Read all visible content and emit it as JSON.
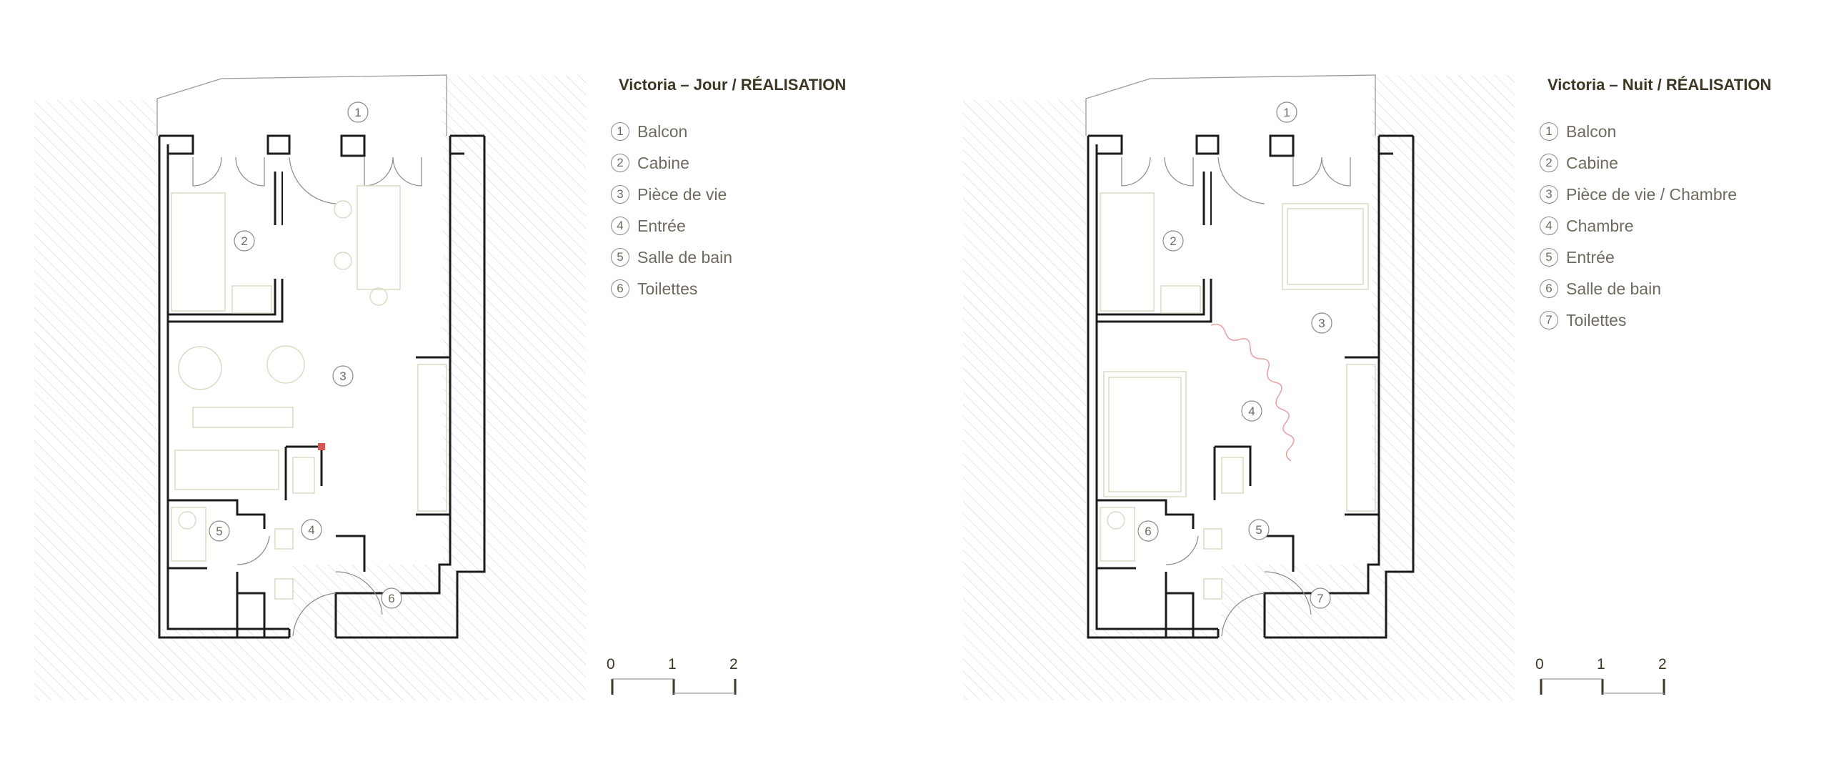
{
  "plans": [
    {
      "title": "Victoria – Jour / RÉALISATION",
      "legend": [
        {
          "num": "1",
          "label": "Balcon"
        },
        {
          "num": "2",
          "label": "Cabine"
        },
        {
          "num": "3",
          "label": "Pièce de vie"
        },
        {
          "num": "4",
          "label": "Entrée"
        },
        {
          "num": "5",
          "label": "Salle de bain"
        },
        {
          "num": "6",
          "label": "Toilettes"
        }
      ],
      "markers": [
        "1",
        "2",
        "3",
        "4",
        "5",
        "6"
      ]
    },
    {
      "title": "Victoria – Nuit / RÉALISATION",
      "legend": [
        {
          "num": "1",
          "label": "Balcon"
        },
        {
          "num": "2",
          "label": "Cabine"
        },
        {
          "num": "3",
          "label": "Pièce de vie / Chambre"
        },
        {
          "num": "4",
          "label": "Chambre"
        },
        {
          "num": "5",
          "label": "Entrée"
        },
        {
          "num": "6",
          "label": "Salle de bain"
        },
        {
          "num": "7",
          "label": "Toilettes"
        }
      ],
      "markers": [
        "1",
        "2",
        "3",
        "4",
        "5",
        "6",
        "7"
      ]
    }
  ],
  "scale_ticks": [
    "0",
    "1",
    "2"
  ],
  "colors": {
    "wall": "#1c1c1c",
    "hatch": "#d4d4d4",
    "furniture": "#d9dcc4",
    "text": "#3d3624",
    "muted": "#6e6a5e",
    "curtain": "#e8a0a0",
    "accent_red": "#d9534f"
  }
}
